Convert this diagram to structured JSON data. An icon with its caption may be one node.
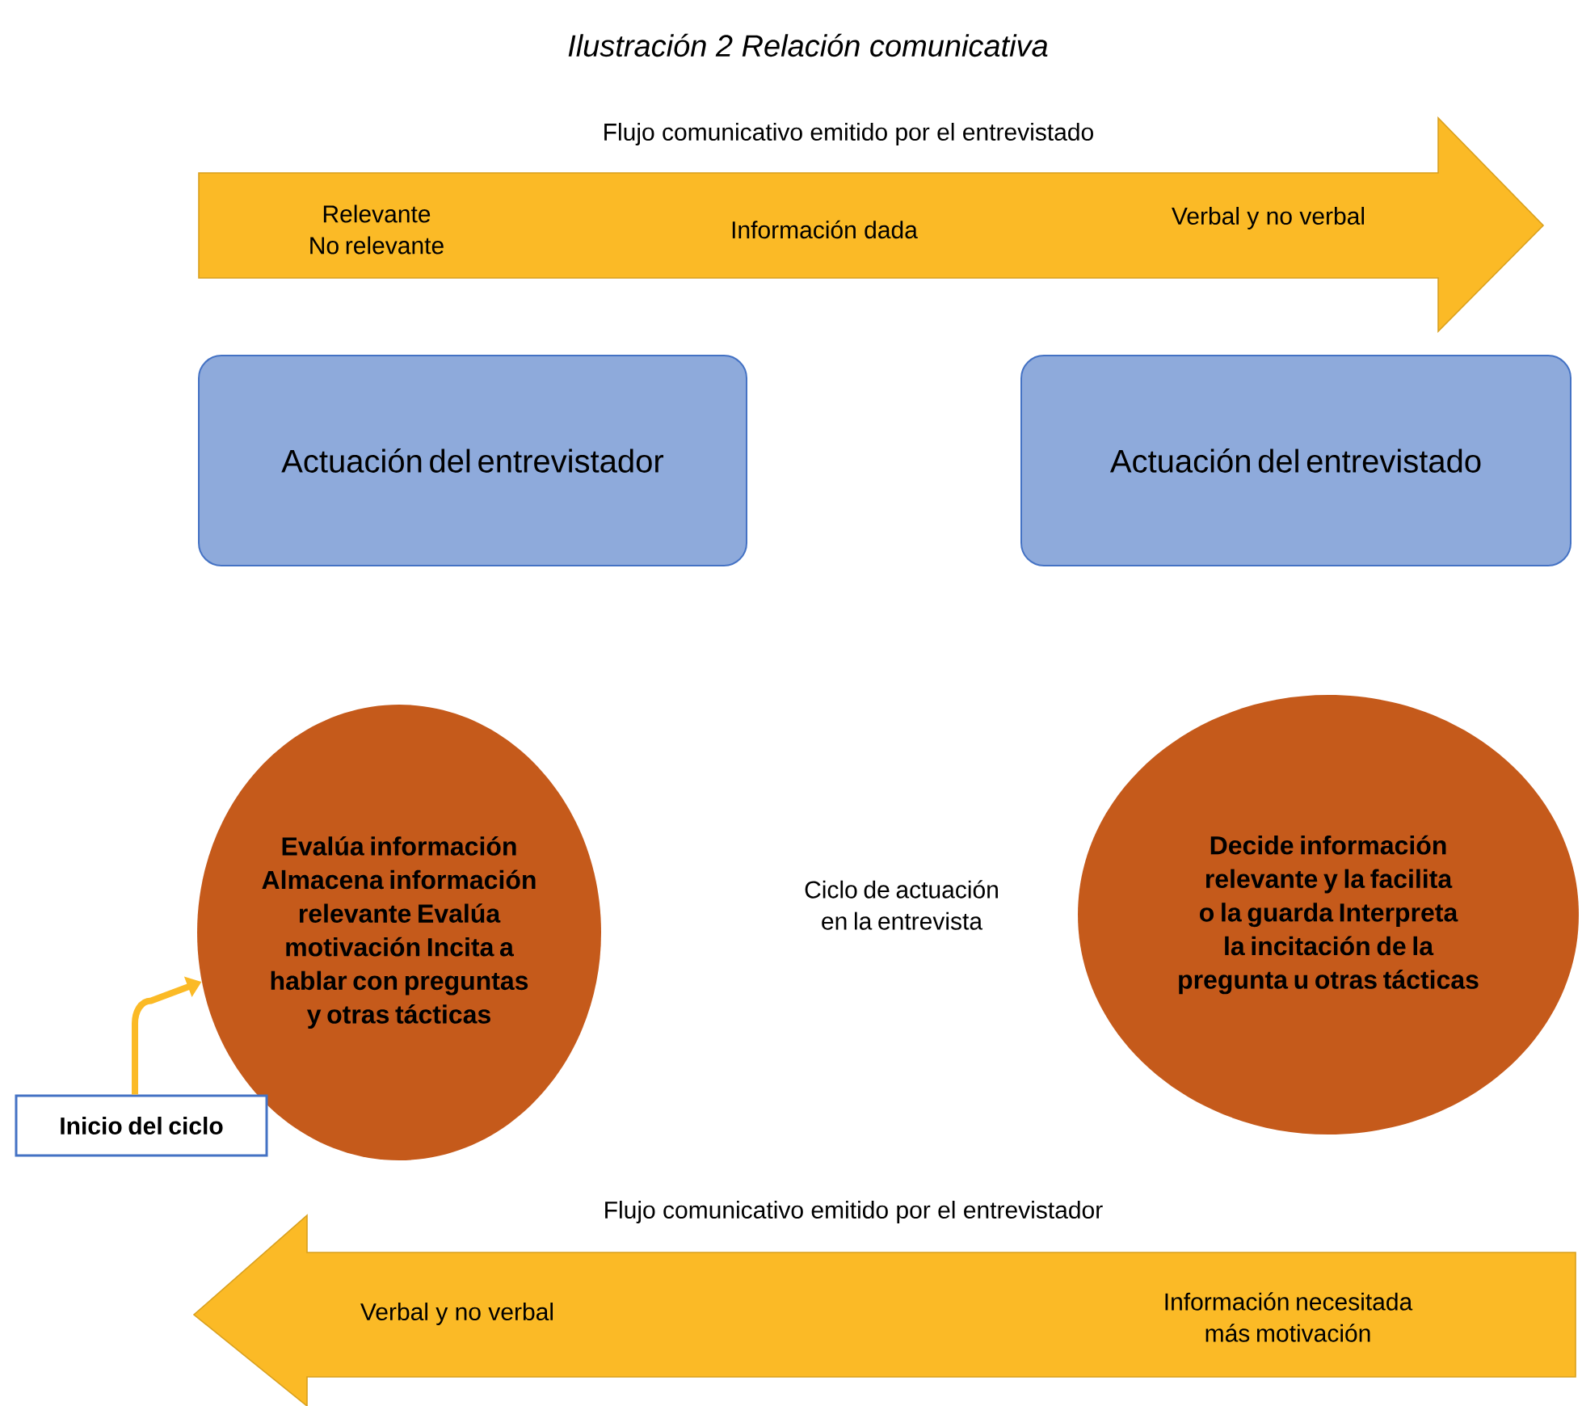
{
  "diagram": {
    "title": "Ilustración 2 Relación comunicativa",
    "nodes": [
      {
        "text": [
          "Flujo comunicativo emitido por el entrevistado",
          "Relevante No relevante",
          "Información dada",
          "Verbal y no verbal"
        ]
      },
      {
        "text": [
          "Actuación del entrevistador"
        ]
      },
      {
        "text": [
          "Actuación del entrevistado"
        ]
      },
      {
        "text": [
          "Evalúa información Almacena información relevante Evalúa motivación Incita a hablar con preguntas y otras tácticas"
        ]
      },
      {
        "text": [
          "Decide información relevante y la facilita o la guarda Interpreta la incitación de la pregunta u otras tácticas"
        ]
      },
      {
        "text": [
          "Inicio del ciclo"
        ]
      },
      {
        "text": [
          "Flujo comunicativo emitido por el entrevistador",
          "Verbal y no verbal",
          "Información necesitada más motivación"
        ]
      }
    ],
    "edges": [
      {
        "from": 5,
        "to": 3,
        "arrow": "to"
      }
    ],
    "labels": [
      "Ciclo de actuación en la entrevista"
    ]
  }
}
